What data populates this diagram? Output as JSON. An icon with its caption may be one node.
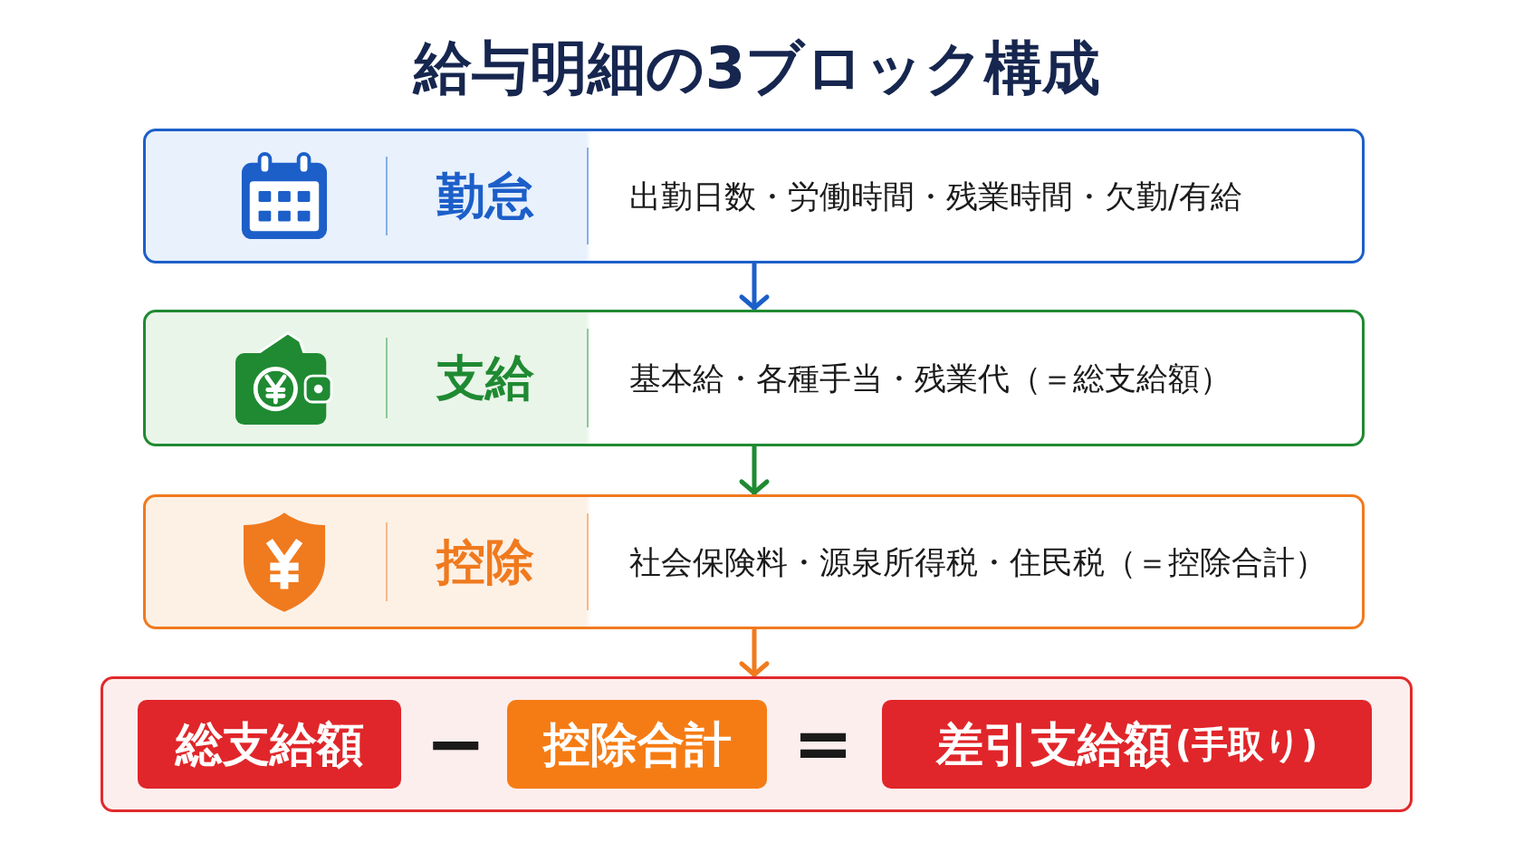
{
  "diagram": {
    "title": "給与明細の3ブロック構成",
    "nodes": [
      {
        "text": [
          "勤怠",
          "出勤日数・労働時間・残業時間・欠勤/有給"
        ]
      },
      {
        "text": [
          "支給",
          "基本給・各種手当・残業代（＝総支給額）"
        ]
      },
      {
        "text": [
          "控除",
          "社会保険料・源泉所得税・住民税（＝控除合計）"
        ]
      },
      {
        "text": [],
        "shape": "box"
      },
      {
        "text": [
          "総支給額"
        ],
        "in": 3
      },
      {
        "text": [
          "控除合計"
        ],
        "in": 3
      },
      {
        "text": [
          "差引支給額",
          "(手取り)"
        ],
        "in": 3
      }
    ],
    "edges": [
      {
        "from": 0,
        "to": 1,
        "arrow": "to",
        "color": "#1c5fc9"
      },
      {
        "from": 1,
        "to": 2,
        "arrow": "to",
        "color": "#1f8a32"
      },
      {
        "from": 2,
        "to": 3,
        "arrow": "to",
        "color": "#f07a1e"
      }
    ],
    "labels": [
      "−",
      "="
    ]
  }
}
